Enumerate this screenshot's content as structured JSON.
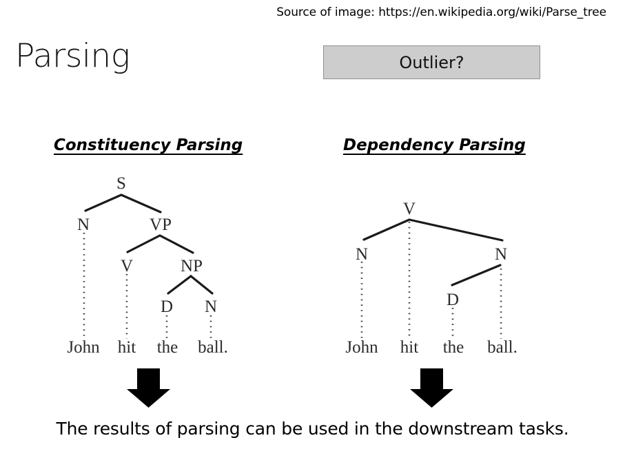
{
  "source_note": "Source of image: https://en.wikipedia.org/wiki/Parse_tree",
  "title": "Parsing",
  "outlier_button": {
    "label": "Outlier?",
    "fill": "#cdcdcd",
    "border": "#8f8f8f"
  },
  "sections": {
    "constituency": {
      "heading": "Constituency Parsing",
      "nodes": {
        "s": "S",
        "n_subj": "N",
        "vp": "VP",
        "v": "V",
        "np": "NP",
        "d": "D",
        "n_obj": "N"
      },
      "leaves": [
        "John",
        "hit",
        "the",
        "ball."
      ]
    },
    "dependency": {
      "heading": "Dependency Parsing",
      "nodes": {
        "v": "V",
        "n_subj": "N",
        "n_obj": "N",
        "d": "D"
      },
      "leaves": [
        "John",
        "hit",
        "the",
        "ball."
      ]
    }
  },
  "arrows": {
    "left_arrow_name": "down-arrow",
    "right_arrow_name": "down-arrow"
  },
  "caption": "The results of parsing can be used in the downstream tasks.",
  "colors": {
    "text": "#000000",
    "node_text": "#2b2b2b",
    "branch": "#1a1a1a",
    "background": "#ffffff"
  }
}
